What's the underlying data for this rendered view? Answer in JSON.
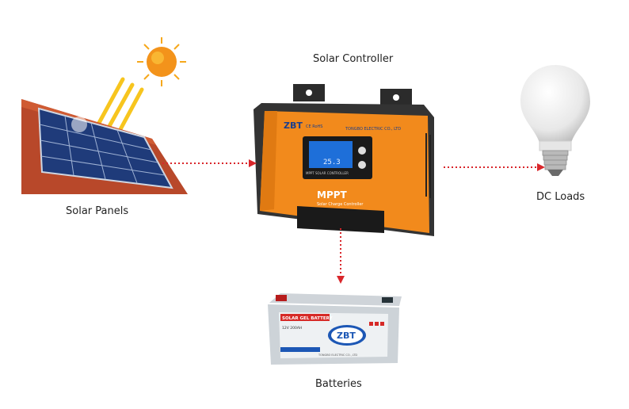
{
  "nodes": {
    "controller": {
      "label": "Solar Controller",
      "brand": "ZBT",
      "cert_marks": "CE RoHS",
      "company": "TONGBO ELECTRIC CO., LTD",
      "lcd_value": "25.3",
      "lcd_caption": "MPPT SOLAR CONTROLLER",
      "model": "MPPT",
      "subtitle": "Solar Charge Controller"
    },
    "panels": {
      "label": "Solar Panels"
    },
    "loads": {
      "label": "DC Loads"
    },
    "batteries": {
      "label": "Batteries",
      "battery_title": "SOLAR GEL BATTERY",
      "brand": "ZBT",
      "spec": "12V 200AH",
      "footer": "TONGBO ELECTRIC CO., LTD"
    }
  },
  "edges": [
    {
      "from": "panels",
      "to": "controller"
    },
    {
      "from": "controller",
      "to": "loads"
    },
    {
      "from": "controller",
      "to": "batteries"
    }
  ],
  "colors": {
    "arrow": "#d9262b",
    "controller_body": "#f28a1c",
    "controller_top": "#333333",
    "battery_body": "#cdd3d8",
    "battery_band": "#d62a27",
    "lcd": "#1e6fd9"
  }
}
